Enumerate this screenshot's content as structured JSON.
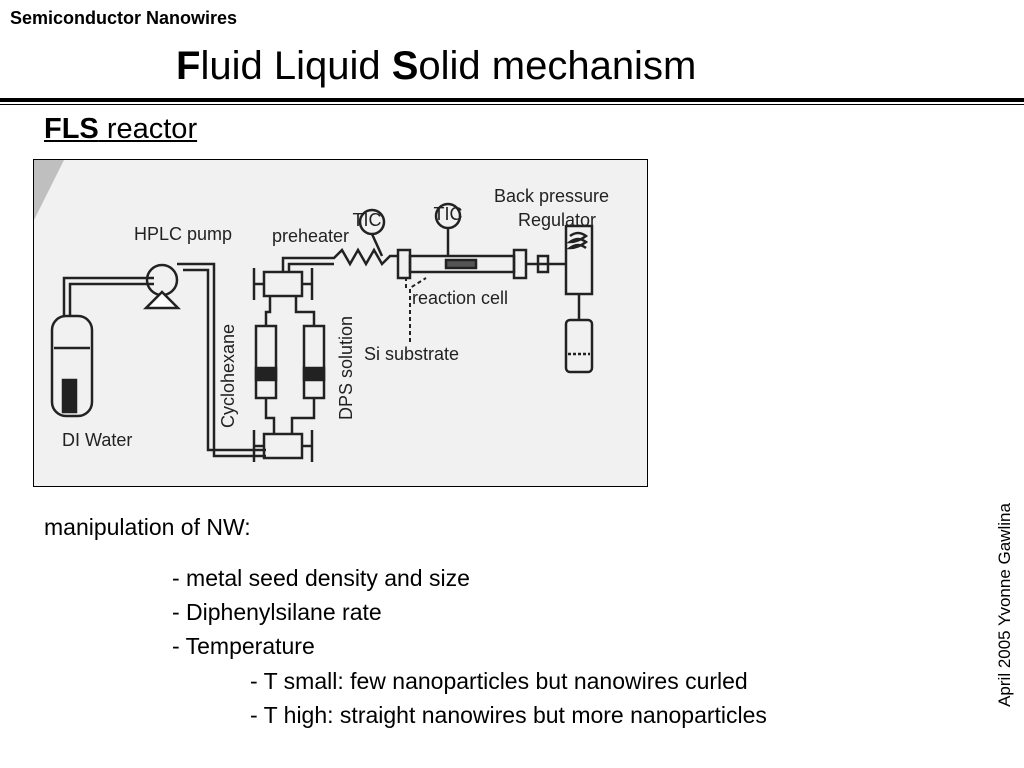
{
  "header": {
    "section_label": "Semiconductor Nanowires"
  },
  "title": {
    "part1_bold": "F",
    "part1_rest": "luid Liquid ",
    "part2_bold": "S",
    "part2_rest": "olid mechanism"
  },
  "subtitle": {
    "bold": "FLS",
    "rest": " reactor"
  },
  "diagram": {
    "labels": {
      "hplc_pump": "HPLC pump",
      "preheater": "preheater",
      "back_pressure": "Back pressure",
      "regulator": "Regulator",
      "reaction_cell": "reaction cell",
      "si_substrate": "Si substrate",
      "di_water": "DI Water",
      "cyclohexane": "Cyclohexane",
      "dps_solution": "DPS solution",
      "gauge_1": "TIC",
      "gauge_2": "TIC"
    }
  },
  "body": {
    "intro": "manipulation of NW:",
    "bullets": [
      "- metal seed density and size",
      "- Diphenylsilane rate",
      "- Temperature"
    ],
    "sub_bullets": [
      "- T small: few nanoparticles but nanowires curled",
      "- T high:  straight nanowires but more nanoparticles"
    ]
  },
  "footer": {
    "credit": "April 2005 Yvonne Gawlina"
  }
}
